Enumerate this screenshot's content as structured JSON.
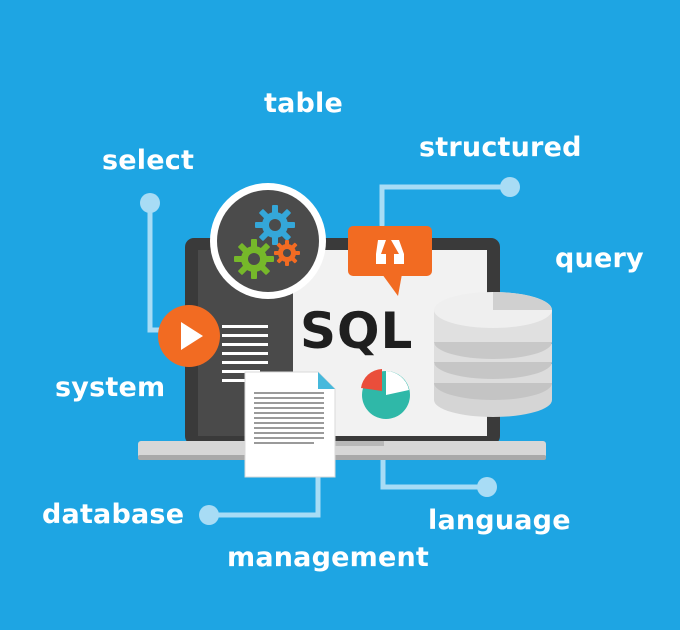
{
  "keywords": {
    "table": "table",
    "select": "select",
    "structured": "structured",
    "query": "query",
    "system": "system",
    "database": "database",
    "language": "language",
    "management": "management"
  },
  "screen": {
    "title": "SQL"
  },
  "icons": {
    "gear_badge": "gears-icon",
    "quote_bubble": "quote-bubble-icon",
    "play_button": "play-icon",
    "database": "database-cylinder-icon",
    "document": "document-icon",
    "pie": "pie-chart-icon"
  },
  "colors": {
    "background": "#1ea5e3",
    "accent_orange": "#f26b22",
    "gear_green": "#76b82a",
    "gear_blue": "#34a7d9",
    "pie_teal": "#2fb8a8",
    "pie_red": "#ea4e3b",
    "screen": "#f2f2f2",
    "laptop_dark": "#3a3a3a",
    "line": "#a8dcf5"
  }
}
